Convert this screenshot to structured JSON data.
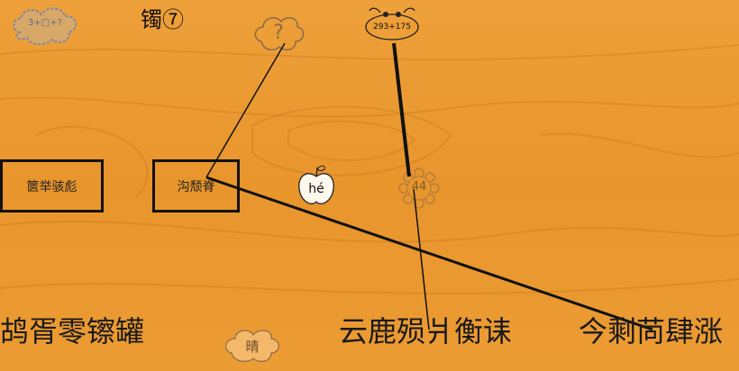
{
  "logo_cloud": {
    "text": "3+□+?"
  },
  "title": {
    "label": "镯⑦"
  },
  "question_cloud": {
    "symbol": "?"
  },
  "beetle": {
    "expression": "293+175"
  },
  "box_left": {
    "text": "篋举骇彪"
  },
  "box_mid": {
    "text": "沟颓脊"
  },
  "apple": {
    "pinyin": "hé"
  },
  "flower": {
    "number": "44"
  },
  "bottom": {
    "left": "鸪胥零镲罐",
    "mid": "云鹿殒爿衡诔",
    "right": "今剩苘肆涨"
  },
  "small_cloud": {
    "text": "晴"
  },
  "colors": {
    "wood": "#e8962e",
    "ink": "#111111"
  }
}
